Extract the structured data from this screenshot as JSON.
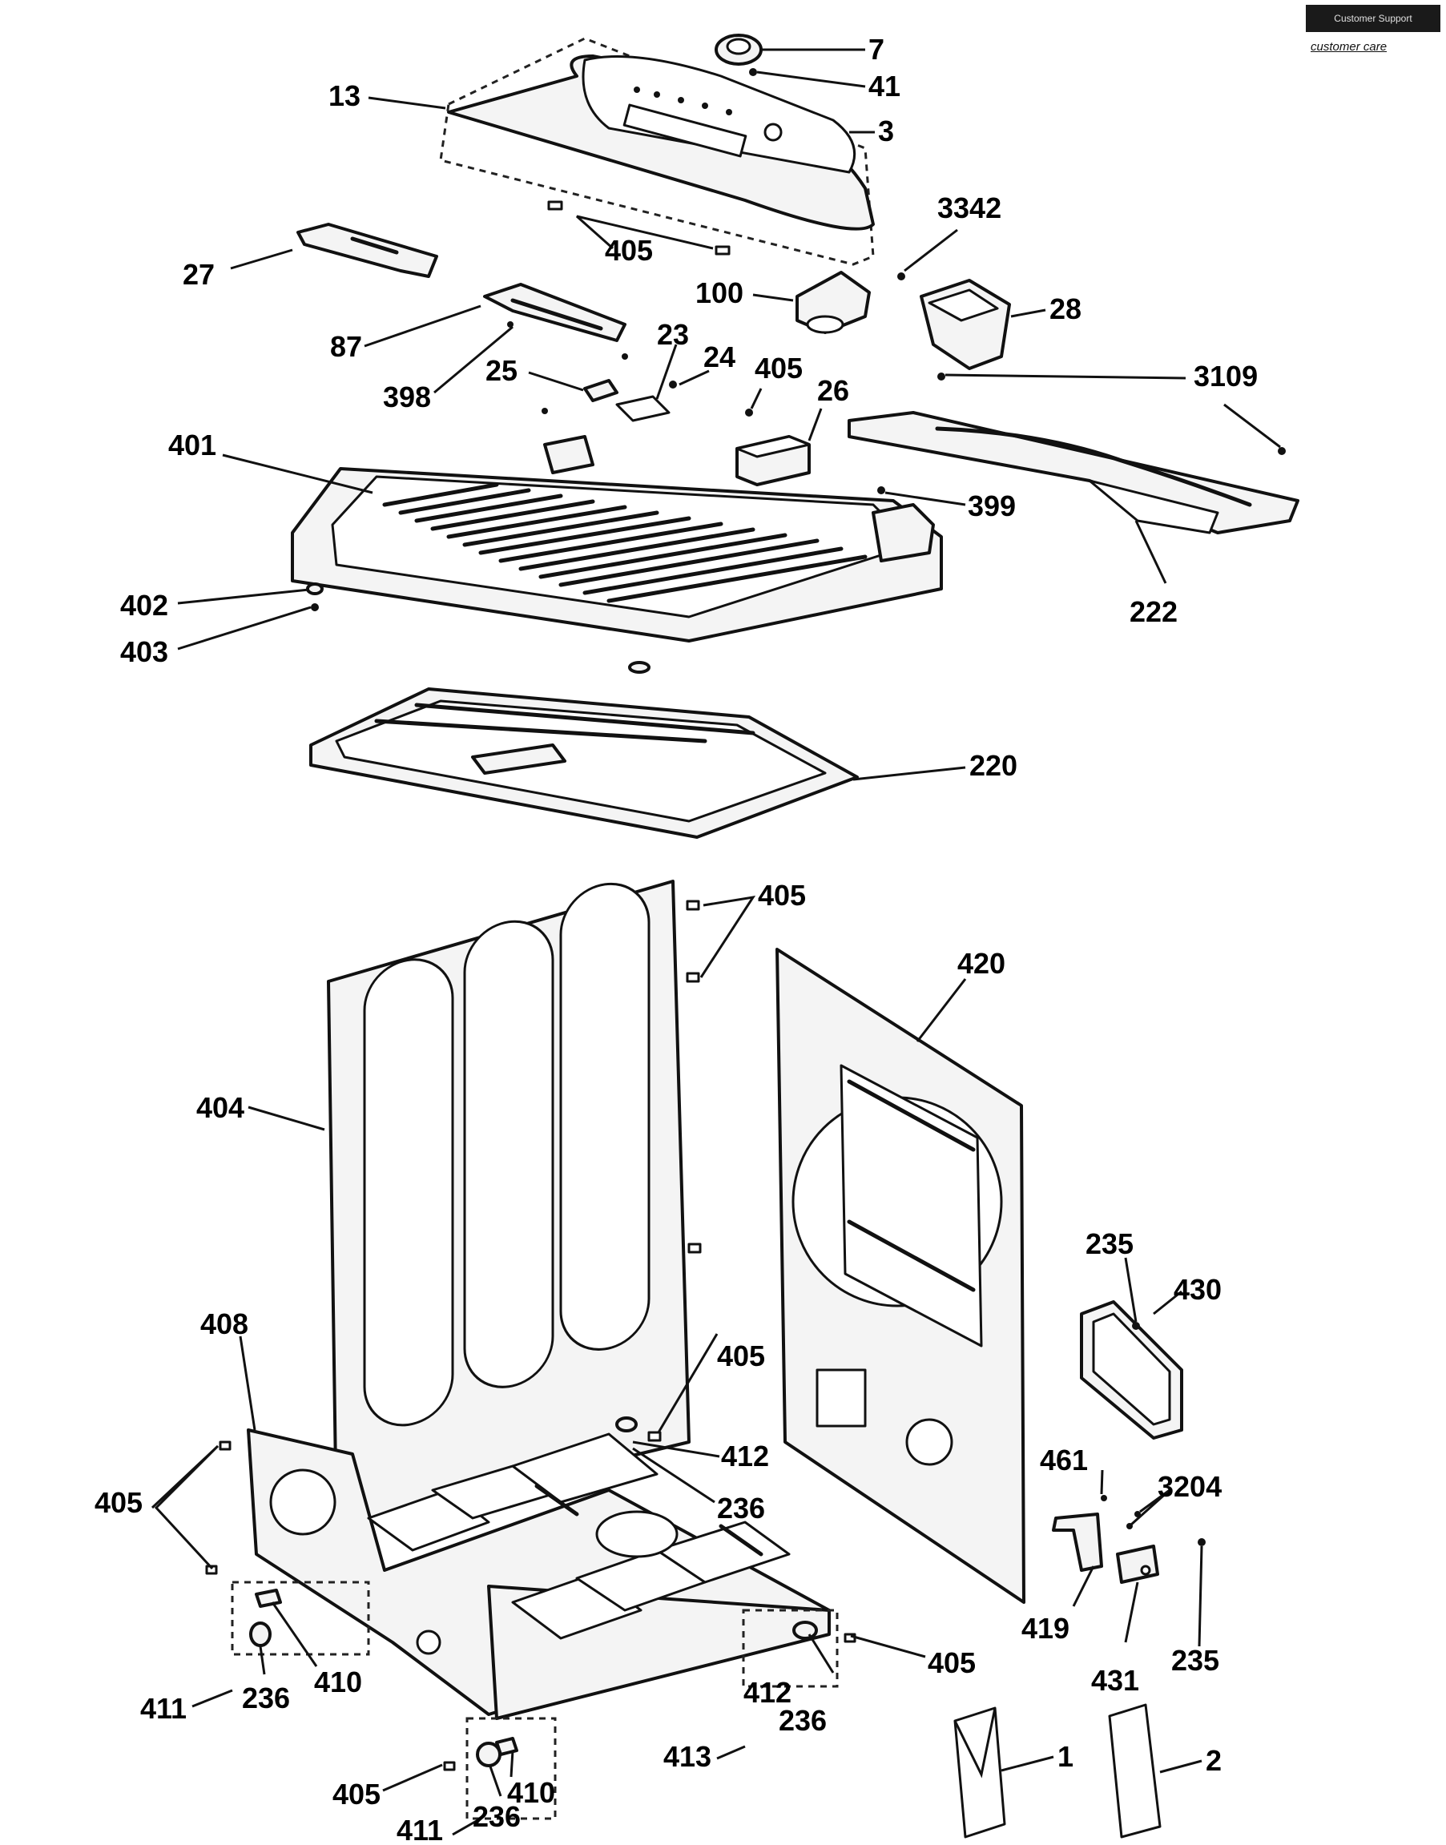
{
  "brand": {
    "box_text": "Customer Support",
    "tagline": "customer care"
  },
  "callouts": {
    "l7": "7",
    "l41": "41",
    "l13": "13",
    "l3": "3",
    "l3342": "3342",
    "l27": "27",
    "l405a": "405",
    "l100": "100",
    "l28": "28",
    "l87": "87",
    "l23": "23",
    "l24": "24",
    "l398": "398",
    "l25": "25",
    "l405b": "405",
    "l26": "26",
    "l3109": "3109",
    "l401": "401",
    "l399": "399",
    "l402": "402",
    "l403": "403",
    "l222": "222",
    "l220": "220",
    "l405c": "405",
    "l420": "420",
    "l404": "404",
    "l235a": "235",
    "l430": "430",
    "l408": "408",
    "l405d": "405",
    "l412a": "412",
    "l236a": "236",
    "l461": "461",
    "l3204": "3204",
    "l405e": "405",
    "l419": "419",
    "l235b": "235",
    "l431": "431",
    "l405f": "405",
    "l411a": "411",
    "l236b": "236",
    "l410a": "410",
    "l412b": "412",
    "l236c": "236",
    "l413": "413",
    "l1": "1",
    "l2": "2",
    "l405g": "405",
    "l410b": "410",
    "l411b": "411",
    "l236d": "236"
  }
}
